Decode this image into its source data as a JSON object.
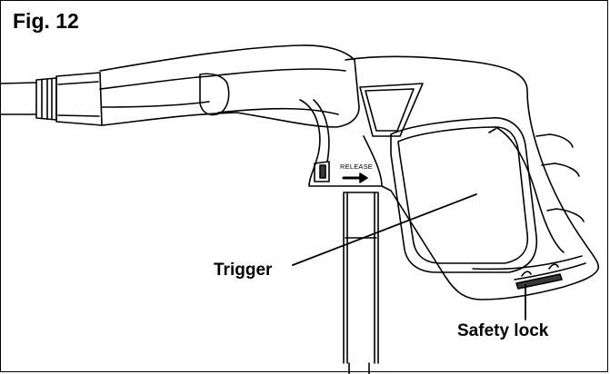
{
  "figure": {
    "label": "Fig. 12",
    "embossed_text": "RELEASE",
    "callouts": {
      "trigger": "Trigger",
      "safety_lock": "Safety lock"
    }
  },
  "colors": {
    "line": "#000000",
    "shade": "#3a3a3a",
    "background": "#ffffff"
  }
}
